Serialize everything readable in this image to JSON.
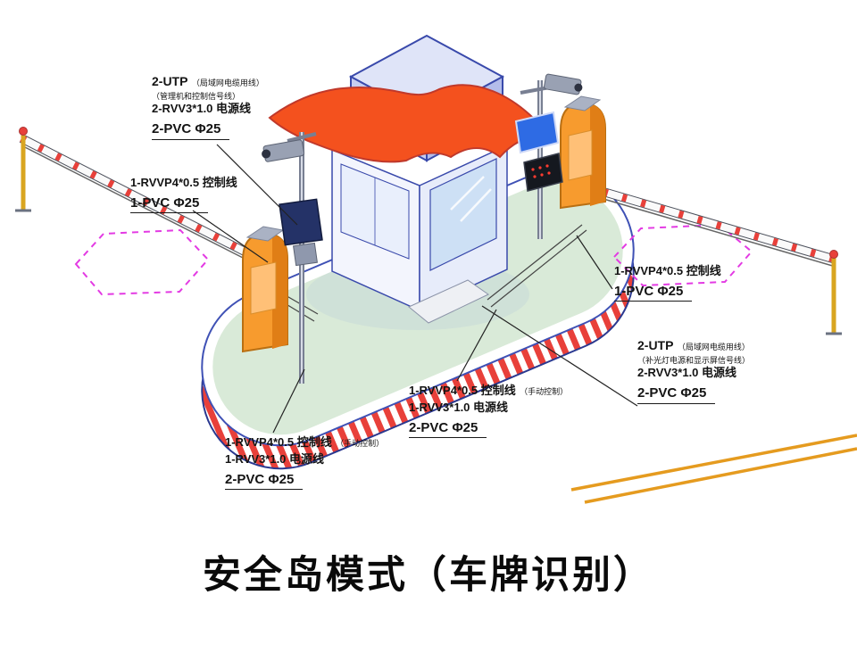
{
  "title": "安全岛模式（车牌识别）",
  "labels": {
    "top_left": {
      "name": "2-UTP",
      "note1": "（局域网电缆用线）",
      "note2": "（管理机和控制信号线）",
      "power": "2-RVV3*1.0 电源线",
      "conduit": "2-PVC Φ25"
    },
    "left_mid": {
      "control": "1-RVVP4*0.5 控制线",
      "conduit": "1-PVC Φ25"
    },
    "right_mid": {
      "control": "1-RVVP4*0.5 控制线",
      "conduit": "1-PVC Φ25"
    },
    "right_low": {
      "name": "2-UTP",
      "note1": "（局域网电缆用线）",
      "note2": "（补光灯电源和显示屏信号线）",
      "power": "2-RVV3*1.0 电源线",
      "conduit": "2-PVC Φ25"
    },
    "center_bottom": {
      "control": "1-RVVP4*0.5 控制线",
      "control_note": "（手动控制）",
      "power": "1-RVV3*1.0 电源线",
      "conduit": "2-PVC Φ25"
    },
    "left_bottom": {
      "control": "1-RVVP4*0.5 控制线",
      "control_note": "（手动控制）",
      "power": "1-RVV3*1.0 电源线",
      "conduit": "2-PVC Φ25"
    }
  },
  "colors": {
    "island_green": "#d9ead8",
    "stripe_red": "#e8403a",
    "canopy_orange": "#f4511e",
    "gate_orange": "#f79b2e",
    "outline_blue": "#3949ab",
    "vehicle_dash_pink": "#e33ae3",
    "lane_line_yellow": "#e59b1f",
    "screen_blue": "#2e6be4"
  }
}
